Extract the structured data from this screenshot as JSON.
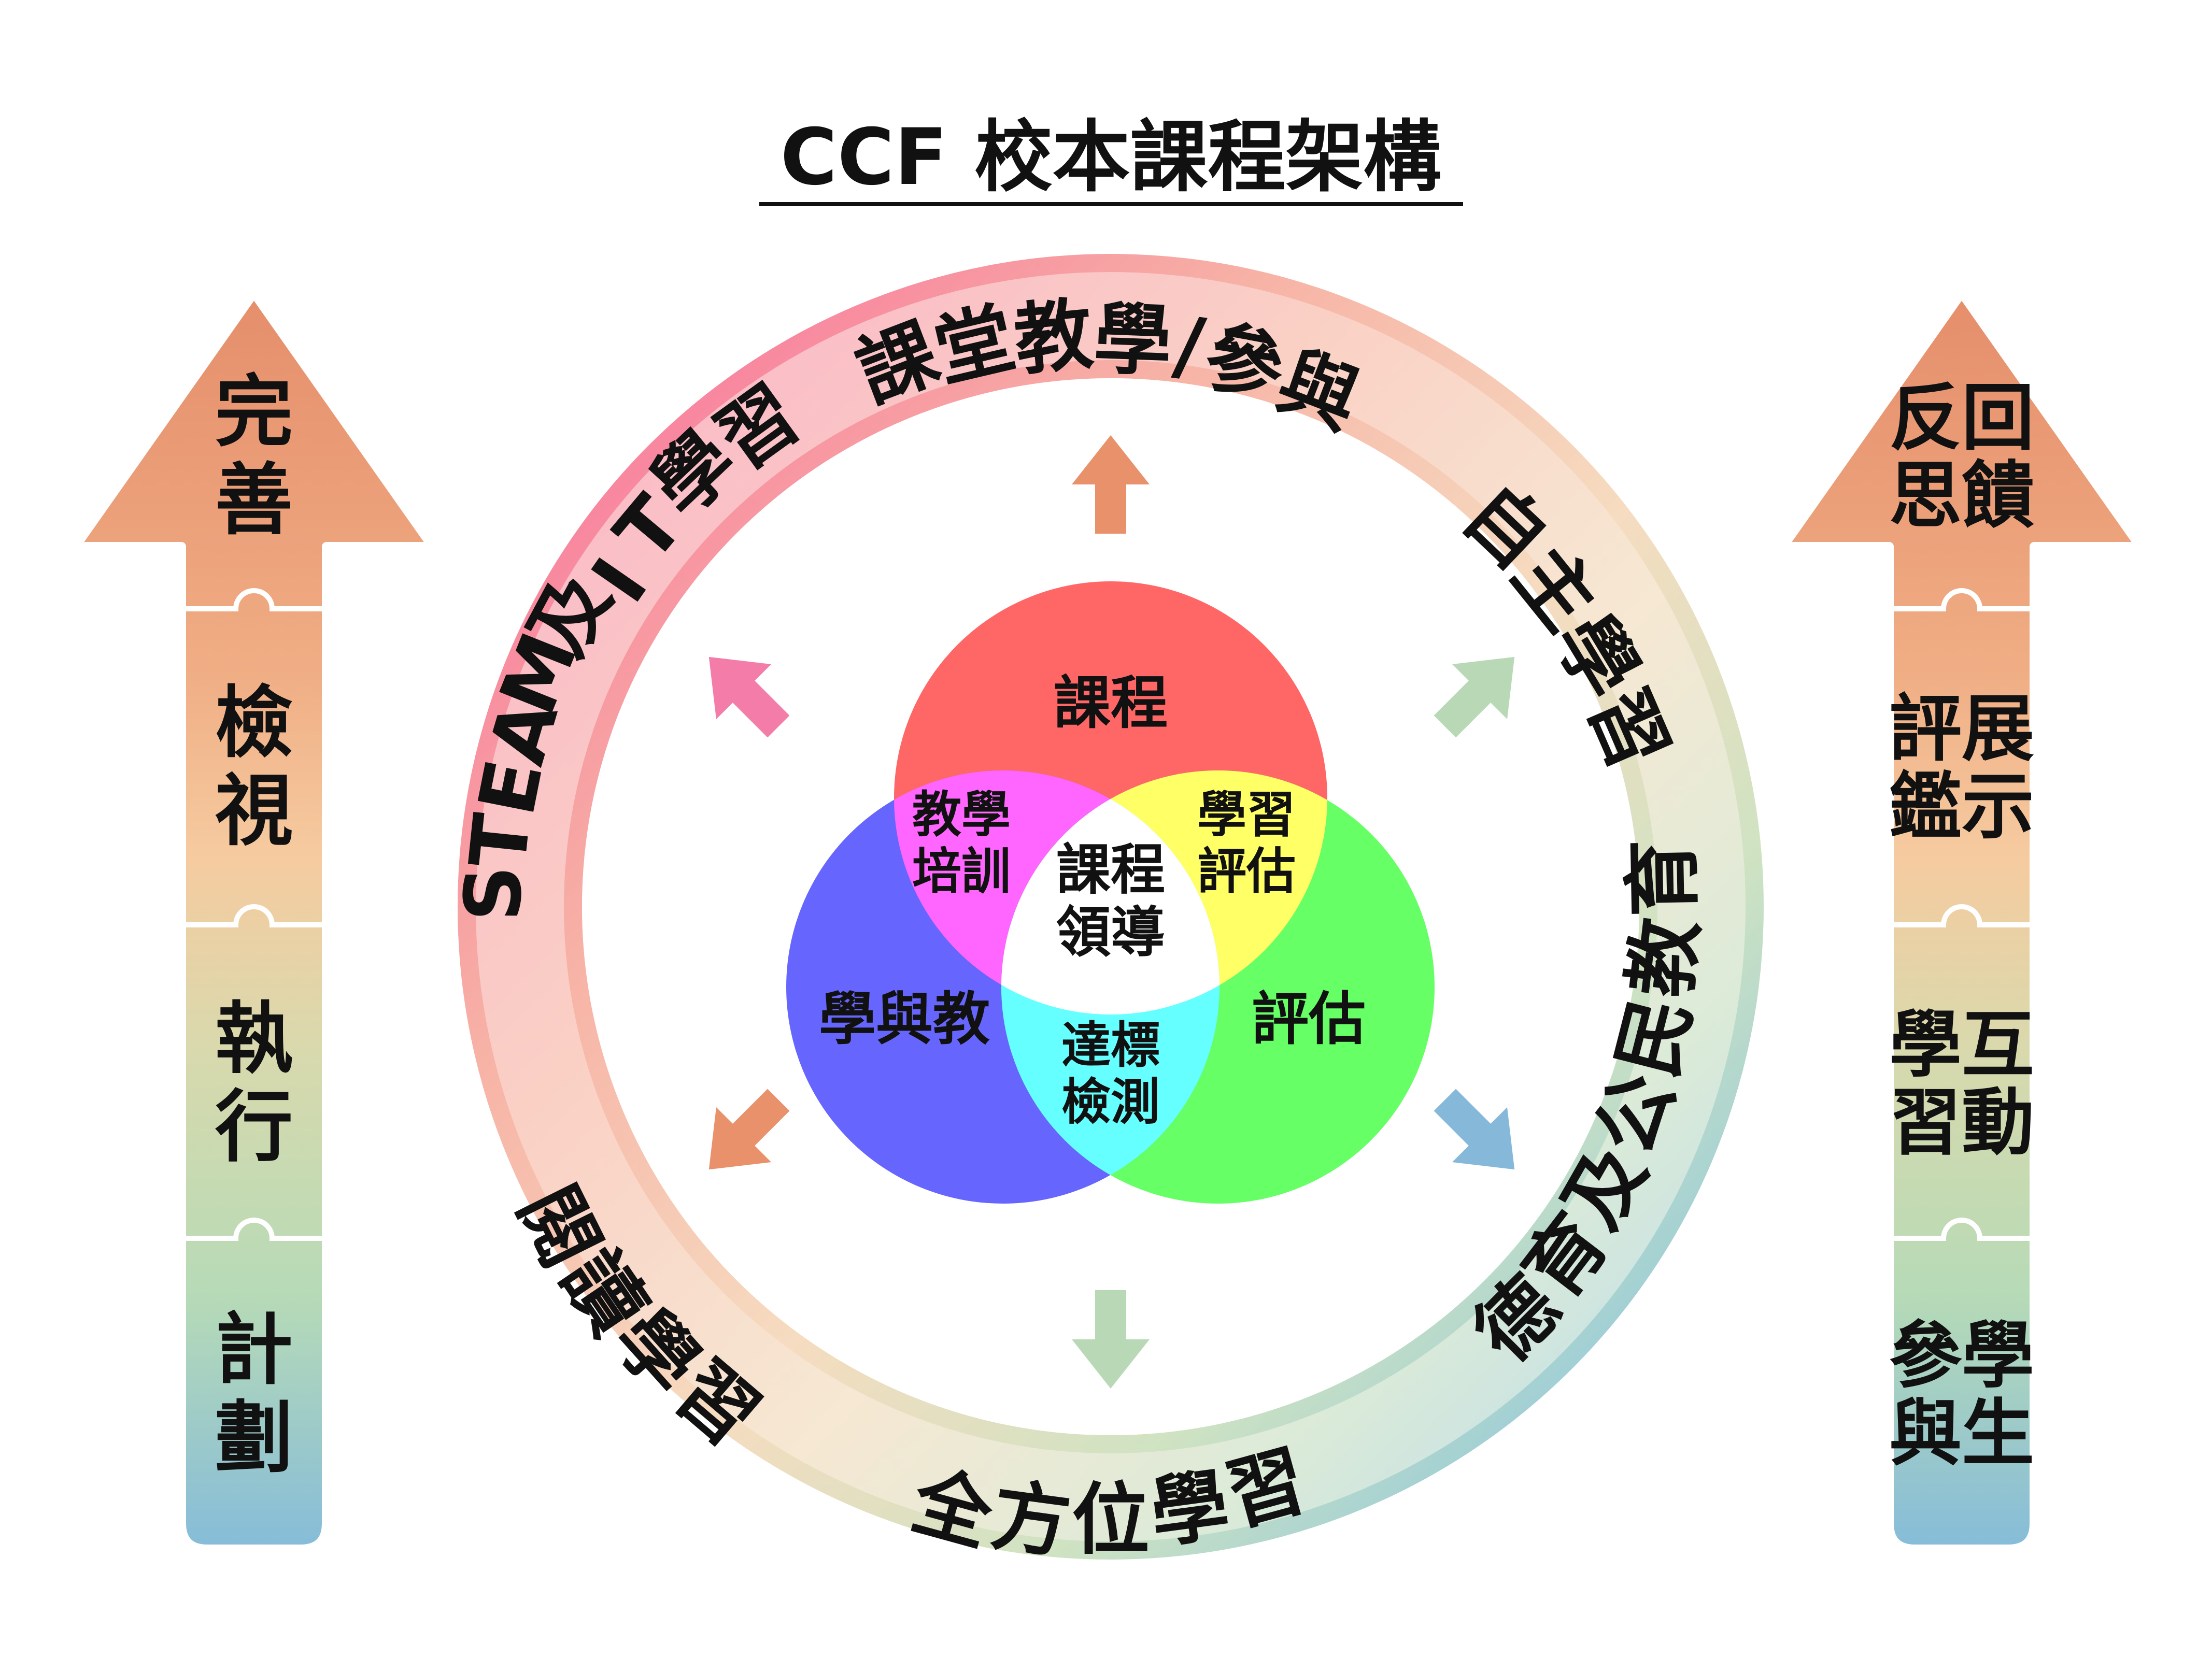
{
  "title": "CCF 校本課程架構",
  "left_arrow": {
    "segments": [
      {
        "label": "完善"
      },
      {
        "label": "檢視"
      },
      {
        "label": "執行"
      },
      {
        "label": "計劃"
      }
    ]
  },
  "right_arrow": {
    "segments": [
      {
        "label": "回饋反思"
      },
      {
        "label": "展示評鑑"
      },
      {
        "label": "互動學習"
      },
      {
        "label": "學生參與"
      }
    ]
  },
  "ring": {
    "top": "課堂教學/參與",
    "upper_right": "自主學習",
    "lower_right": "德育及公民教育",
    "bottom": "全方位學習",
    "lower_left": "閱讀學習",
    "upper_left": "STEAM及IT學習"
  },
  "venn": {
    "top_circle": "課程",
    "left_circle": "學與教",
    "right_circle": "評估",
    "top_left_overlap": "教學培訓",
    "top_right_overlap": "學習評估",
    "bottom_overlap": "達標檢測",
    "center": "課程領導"
  },
  "colors": {
    "venn_red": "#ff6666",
    "venn_blue": "#6666ff",
    "venn_green": "#66ff66",
    "venn_magenta": "#ff66ff",
    "venn_yellow": "#ffff66",
    "venn_cyan": "#66ffff",
    "arrow_orange": "#e8916a",
    "arrow_pink": "#f47ca8",
    "arrow_green": "#b9d9b6",
    "arrow_blue": "#86b8d9"
  }
}
